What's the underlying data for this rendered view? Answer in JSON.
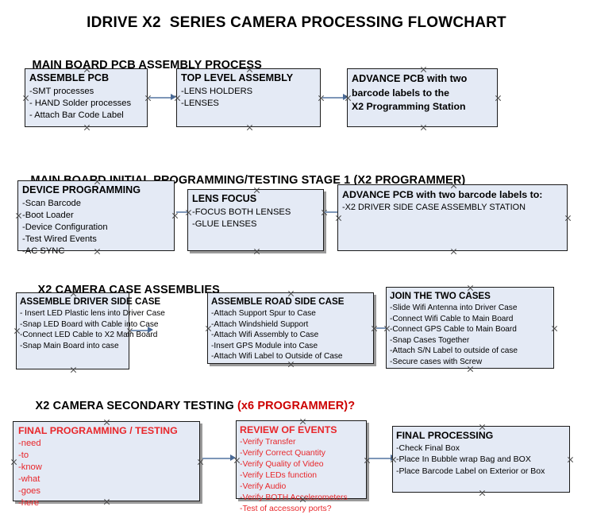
{
  "document": {
    "title": "IDRIVE X2  SERIES CAMERA PROCESSING FLOWCHART"
  },
  "colors": {
    "node_fill": "#E4EAF5",
    "node_border": "#1a1a1a",
    "accent_red": "#CC0000",
    "node_red_text": "#E8262A",
    "arrow": "#7D96B8"
  },
  "sections": [
    {
      "heading": "MAIN BOARD PCB ASSEMBLY PROCESS",
      "heading_accent": "",
      "nodes": [
        {
          "title": "ASSEMBLE PCB",
          "lines": [
            "-SMT processes",
            "- HAND Solder processes",
            "- Attach Bar Code Label"
          ]
        },
        {
          "title": "TOP LEVEL ASSEMBLY",
          "lines": [
            "-LENS HOLDERS",
            "-LENSES"
          ]
        },
        {
          "title": "ADVANCE PCB with two",
          "lines": [
            "barcode labels to the",
            " X2 Programming Station"
          ]
        }
      ]
    },
    {
      "heading": "MAIN BOARD INITIAL PROGRAMMING/TESTING STAGE 1 (X2 PROGRAMMER)",
      "heading_accent": "",
      "nodes": [
        {
          "title": "DEVICE PROGRAMMING",
          "lines": [
            "-Scan Barcode",
            "-Boot Loader",
            "-Device Configuration",
            "-Test Wired Events",
            "-AC SYNC"
          ]
        },
        {
          "title": "LENS FOCUS",
          "lines": [
            "-FOCUS BOTH LENSES",
            "-GLUE LENSES"
          ]
        },
        {
          "title": "ADVANCE PCB with two barcode labels to:",
          "lines": [
            "-X2 DRIVER  SIDE  CASE  ASSEMBLY STATION"
          ]
        }
      ]
    },
    {
      "heading": "X2 CAMERA CASE ASSEMBLIES",
      "heading_accent": "",
      "nodes": [
        {
          "title": "ASSEMBLE DRIVER SIDE CASE",
          "lines": [
            "- Insert LED Plastic lens into Driver Case",
            "-Snap LED Board with Cable into Case",
            "-Connect LED Cable to X2 Main Board",
            "-Snap Main Board into case"
          ]
        },
        {
          "title": "ASSEMBLE ROAD SIDE CASE",
          "lines": [
            "-Attach Support Spur to Case",
            "-Attach Windshield Support",
            "-Attach Wifi Assembly to Case",
            "-Insert GPS Module into Case",
            "-Attach Wifi Label to Outside of Case"
          ]
        },
        {
          "title": "JOIN THE TWO CASES",
          "lines": [
            "-Slide Wifi Antenna into Driver Case",
            "-Connect Wifi Cable to Main Board",
            "-Connect GPS Cable to Main Board",
            "-Snap Cases Together",
            "-Attach S/N Label to outside of case",
            "-Secure cases with Screw"
          ]
        }
      ]
    },
    {
      "heading": "X2 CAMERA SECONDARY TESTING ",
      "heading_accent": "(x6 PROGRAMMER)?",
      "nodes": [
        {
          "title": "FINAL PROGRAMMING / TESTING",
          "lines": [
            "-need",
            "-to",
            "-know",
            "-what",
            "-goes",
            "-here"
          ]
        },
        {
          "title": "REVIEW OF EVENTS",
          "lines": [
            "-Verify Transfer",
            "-Verify Correct Quantity",
            "-Verify Quality of Video",
            "-Verify LEDs function",
            "-Verify Audio",
            "-Verify BOTH Accelerometers"
          ],
          "overflow_line": "-Test of accessory ports?"
        },
        {
          "title": "FINAL PROCESSING",
          "lines": [
            " -Check Final Box",
            "-Place In Bubble wrap Bag and BOX",
            "-Place Barcode Label on Exterior or Box"
          ]
        }
      ]
    }
  ]
}
